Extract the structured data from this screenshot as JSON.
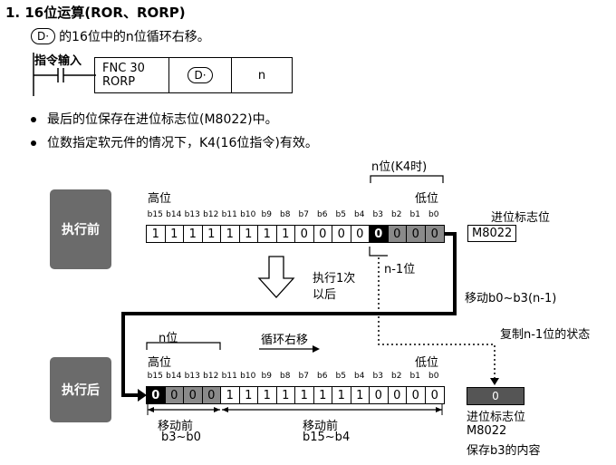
{
  "heading": "1. 16位运算(ROR、RORP)",
  "description": {
    "operand": "D·",
    "text": "的16位中的n位循环右移。"
  },
  "ladder": {
    "input_label": "指令输入",
    "cells": [
      "FNC 30\nRORP",
      "D·",
      "n"
    ]
  },
  "bullets": [
    "最后的位保存在进位标志位(M8022)中。",
    "位数指定软元件的情况下，K4(16位指令)有效。"
  ],
  "diagram": {
    "n_bits_label": "n位(K4时)",
    "high_label": "高位",
    "low_label": "低位",
    "before_box": "执行前",
    "after_box": "执行后",
    "bit_labels": [
      "b15",
      "b14",
      "b13",
      "b12",
      "b11",
      "b10",
      "b9",
      "b8",
      "b7",
      "b6",
      "b5",
      "b4",
      "b3",
      "b2",
      "b1",
      "b0"
    ],
    "before_bits": [
      "1",
      "1",
      "1",
      "1",
      "1",
      "1",
      "1",
      "1",
      "0",
      "0",
      "0",
      "0",
      "0",
      "0",
      "0",
      "0"
    ],
    "after_bits": [
      "0",
      "0",
      "0",
      "0",
      "1",
      "1",
      "1",
      "1",
      "1",
      "1",
      "1",
      "1",
      "0",
      "0",
      "0",
      "0"
    ],
    "carry_label_top": "进位标志位",
    "carry_device_top": "M8022",
    "n_minus_1_label": "n-1位",
    "after_exec_label_1": "执行1次",
    "after_exec_label_2": "以后",
    "move_label": "移动b0~b3(n-1)",
    "n_label": "n位",
    "rotate_label": "循环右移",
    "copy_label": "复制n-1位的状态",
    "carry_value": "0",
    "carry_label_bottom": "进位标志位",
    "carry_device_bottom": "M8022",
    "carry_note": "保存b3的内容",
    "moved_before_1": "移动前",
    "moved_before_1_range": "b3~b0",
    "moved_before_2": "移动前",
    "moved_before_2_range": "b15~b4"
  }
}
